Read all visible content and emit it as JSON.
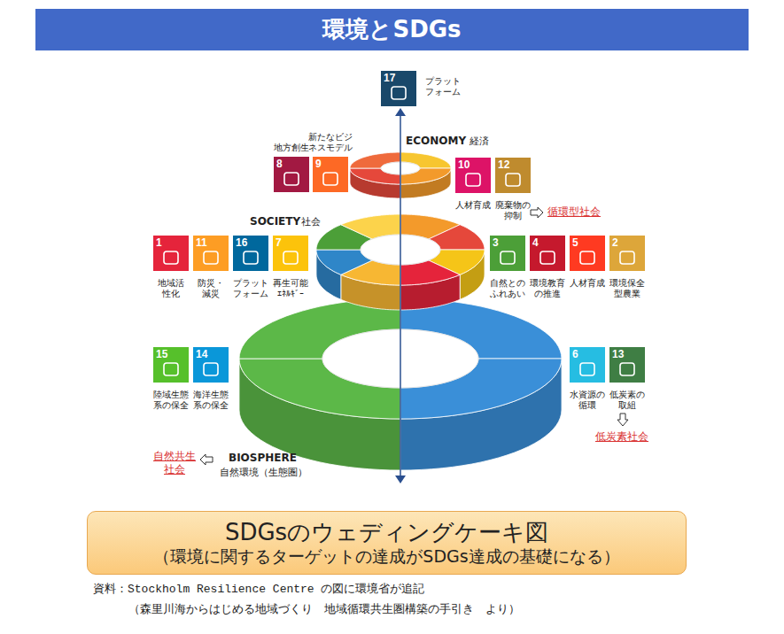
{
  "diagram": {
    "title": "環境とSDGs",
    "nodes": [
      {
        "text": [
          "17",
          "プラットフォーム"
        ]
      },
      {
        "text": [
          "8",
          "地方創生"
        ]
      },
      {
        "text": [
          "9",
          "新たなビジネスモデル"
        ]
      },
      {
        "text": [
          "10",
          "人材育成"
        ]
      },
      {
        "text": [
          "12",
          "廃棄物の抑制"
        ]
      },
      {
        "text": [
          "1",
          "地域活性化"
        ]
      },
      {
        "text": [
          "11",
          "防災・減災"
        ]
      },
      {
        "text": [
          "16",
          "プラットフォーム"
        ]
      },
      {
        "text": [
          "7",
          "再生可能ｴﾈﾙｷﾞｰ"
        ]
      },
      {
        "text": [
          "3",
          "自然とのふれあい"
        ]
      },
      {
        "text": [
          "4",
          "環境教育の推進"
        ]
      },
      {
        "text": [
          "5",
          "人材育成"
        ]
      },
      {
        "text": [
          "2",
          "環境保全型農業"
        ]
      },
      {
        "text": [
          "15",
          "陸域生態系の保全"
        ]
      },
      {
        "text": [
          "14",
          "海洋生態系の保全"
        ]
      },
      {
        "text": [
          "6",
          "水資源の循環"
        ]
      },
      {
        "text": [
          "13",
          "低炭素の取組"
        ]
      },
      {
        "text": [
          "SDGsのウェディングケーキ図",
          "（環境に関するターゲットの達成がSDGs達成の基礎になる）"
        ]
      }
    ],
    "labels": [
      "ECONOMY",
      "経済",
      "SOCIETY",
      "社会",
      "BIOSPHERE",
      "自然環境（生態圏）",
      "循環型社会",
      "低炭素社会",
      "自然共生社会",
      "資料：Stockholm Resilience Centre の図に環境省が追記",
      "（森里川海からはじめる地域づくり　地域循環共生圏構築の手引き　より）"
    ]
  }
}
